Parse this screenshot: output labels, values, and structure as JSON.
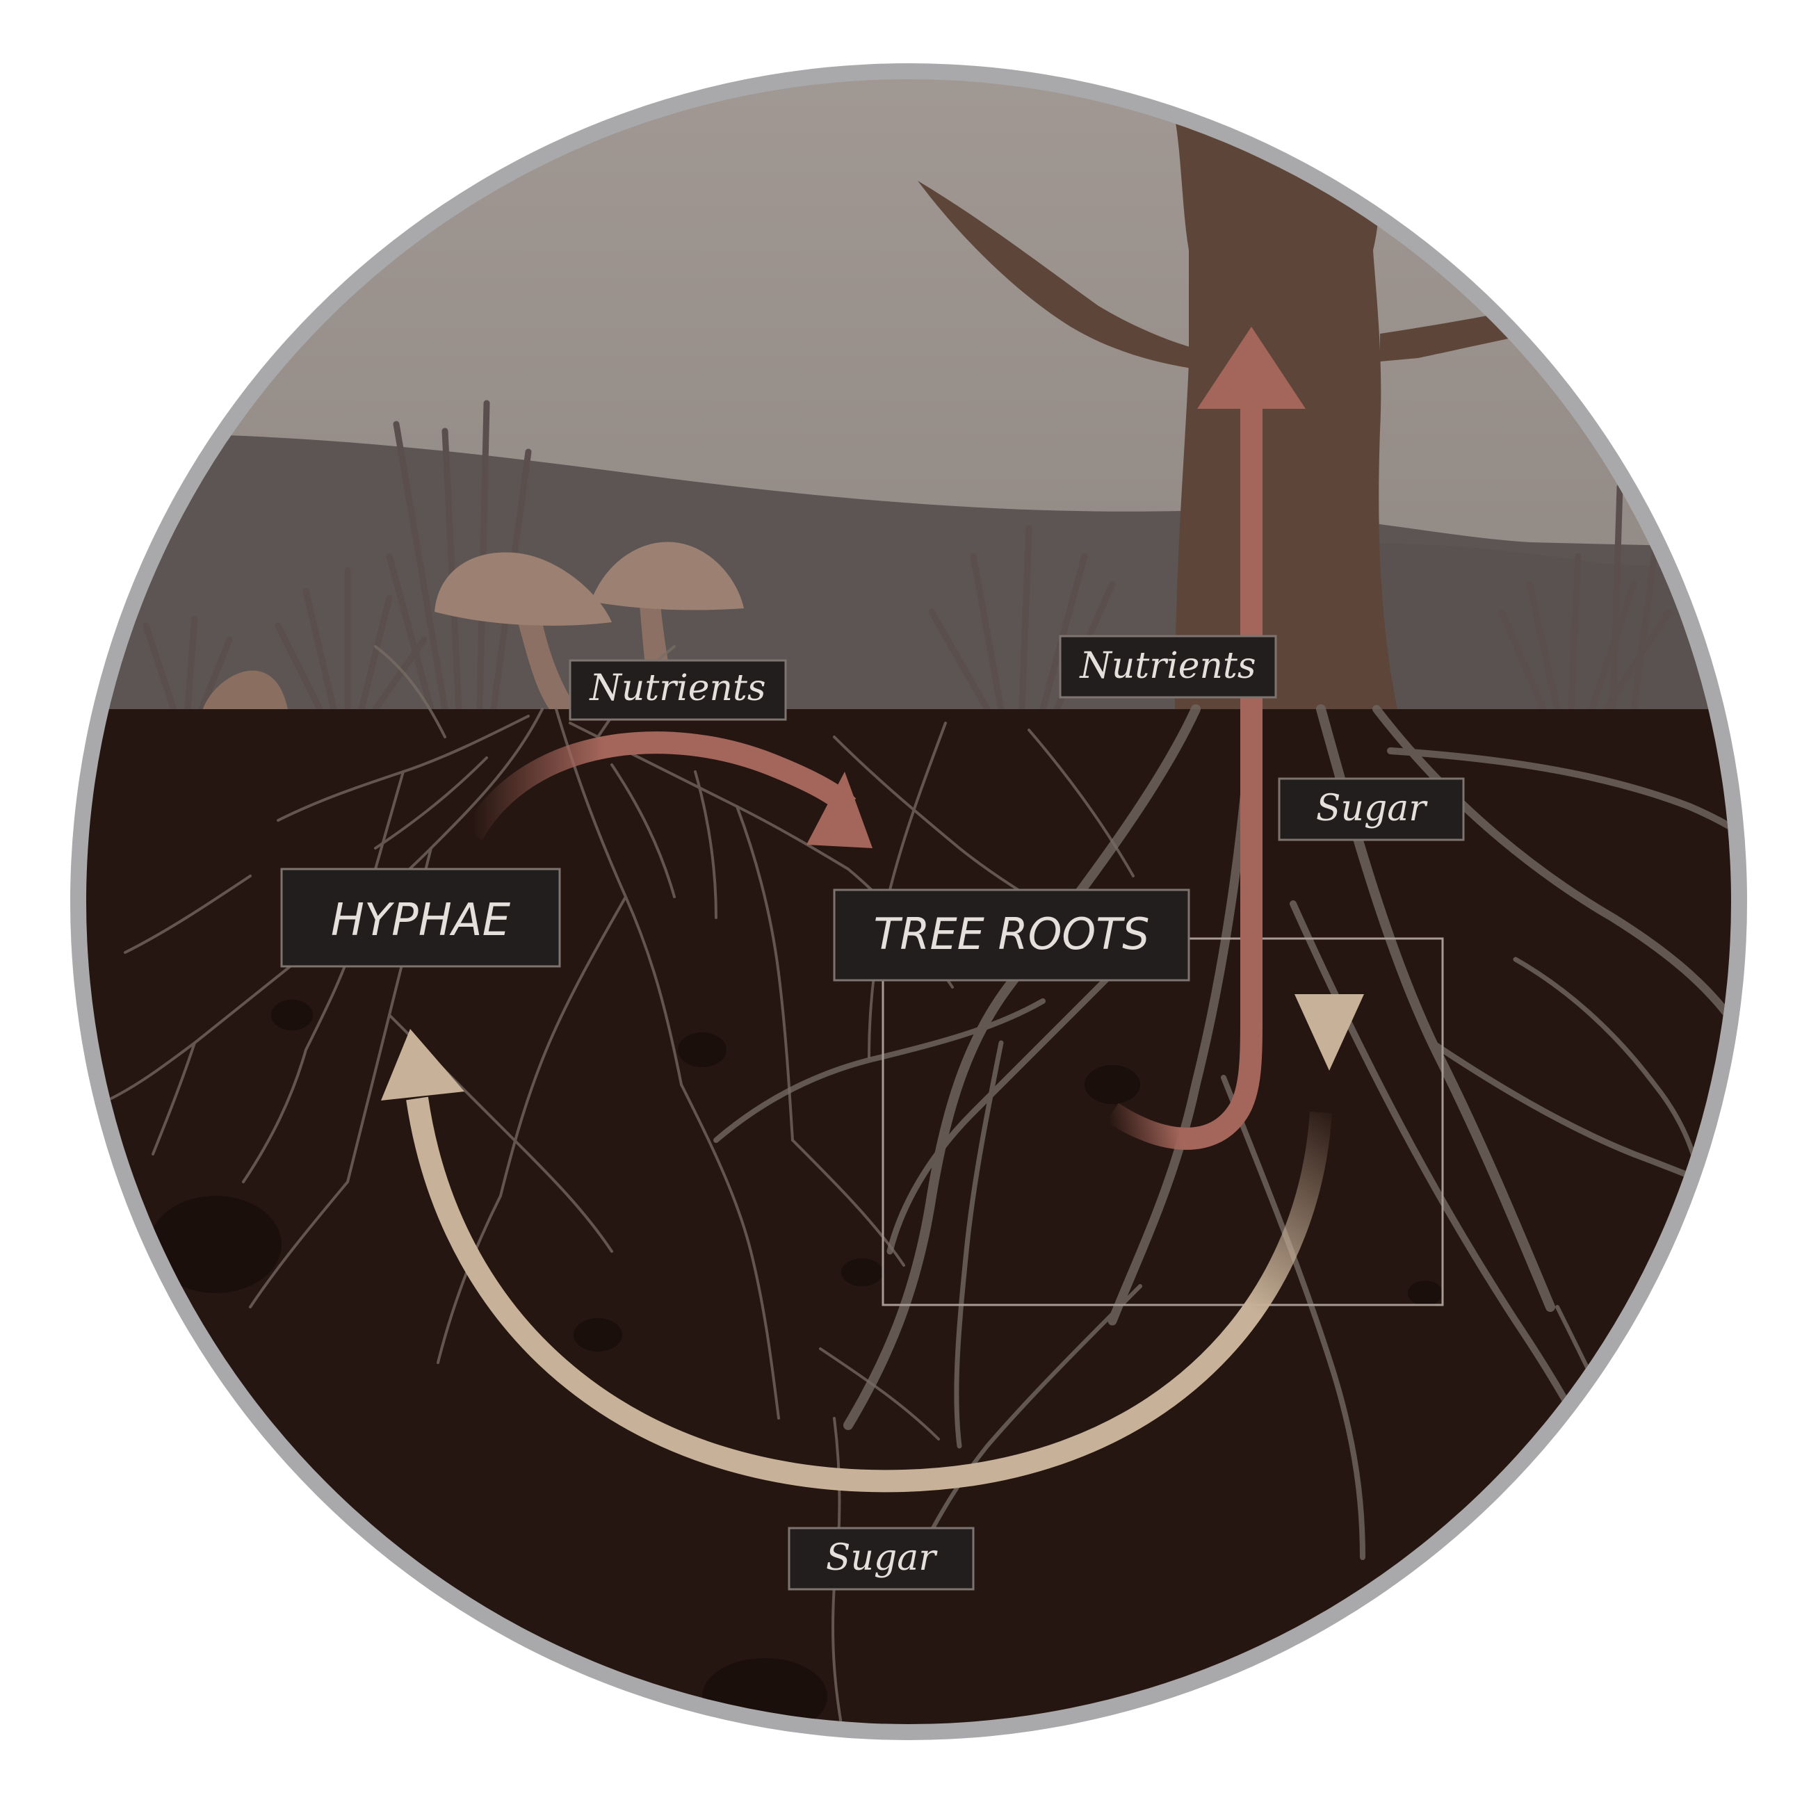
{
  "labels": {
    "hyphae": "HYPHAE",
    "tree_roots": "TREE ROOTS",
    "nutrients_left": "Nutrients",
    "nutrients_right": "Nutrients",
    "sugar_right": "Sugar",
    "sugar_bottom": "Sugar"
  },
  "colors": {
    "sky": "#9b928c",
    "hill": "#5e5553",
    "soil": "#261611",
    "ring": "#a9a8aa",
    "trunk": "#5d4639",
    "mushroom": "#9c8071",
    "nutrient_arrow": "#a4665b",
    "sugar_arrow": "#c7b198",
    "label_box": "#231e1e",
    "label_text": "#e5e0dc",
    "roots": "#6e645d"
  },
  "icons": [
    "mushroom-icon",
    "tree-icon",
    "grass-icon"
  ]
}
